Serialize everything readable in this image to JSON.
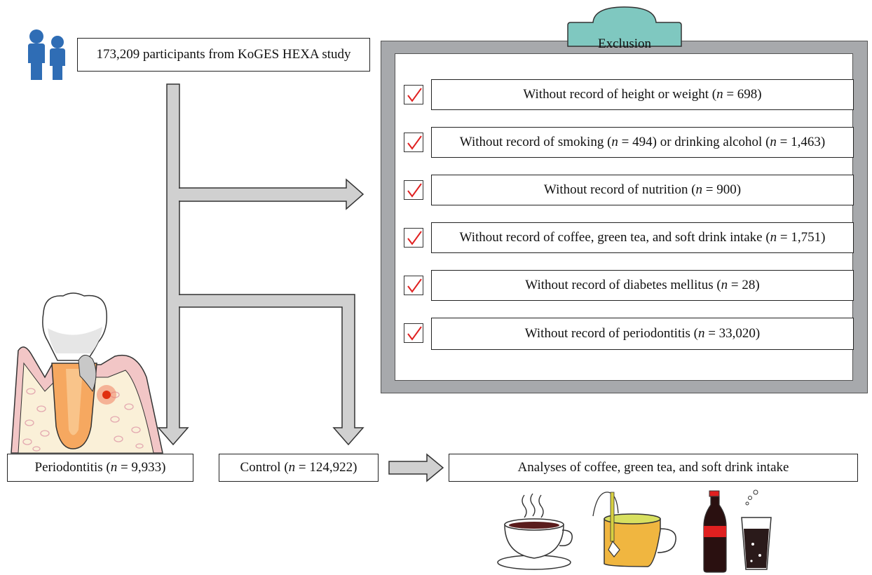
{
  "source_box": {
    "text": "173,209 participants from KoGES HEXA study"
  },
  "exclusion": {
    "title": "Exclusion",
    "items": [
      {
        "pre": "Without record of height or weight (",
        "n1": "n",
        "mid": " = 698)",
        "n2": "",
        "post": ""
      },
      {
        "pre": "Without record of smoking (",
        "n1": "n",
        "mid": " = 494) or drinking alcohol (",
        "n2": "n",
        "post": " = 1,463)"
      },
      {
        "pre": "Without record of nutrition (",
        "n1": "n",
        "mid": " = 900)",
        "n2": "",
        "post": ""
      },
      {
        "pre": "Without record of coffee, green tea, and soft drink intake (",
        "n1": "n",
        "mid": " = 1,751)",
        "n2": "",
        "post": ""
      },
      {
        "pre": "Without record of diabetes mellitus (",
        "n1": "n",
        "mid": " = 28)",
        "n2": "",
        "post": ""
      },
      {
        "pre": "Without record of periodontitis (",
        "n1": "n",
        "mid": " = 33,020)",
        "n2": "",
        "post": ""
      }
    ]
  },
  "groups": {
    "periodontitis": {
      "pre": "Periodontitis (",
      "n": "n",
      "post": " = 9,933)"
    },
    "control": {
      "pre": "Control (",
      "n": "n",
      "post": " = 124,922)"
    }
  },
  "analysis_box": {
    "text": "Analyses of coffee, green tea, and soft drink intake"
  },
  "icons": [
    "participants-icon",
    "periodontitis-tooth-icon",
    "coffee-cup-icon",
    "green-tea-cup-icon",
    "cola-bottle-icon",
    "soft-drink-glass-icon"
  ],
  "colors": {
    "panel": "#a7a9ac",
    "tab": "#7fc8c0",
    "people": "#2f6db5",
    "check": "#e02020",
    "arrow": "#d0d0d0"
  }
}
